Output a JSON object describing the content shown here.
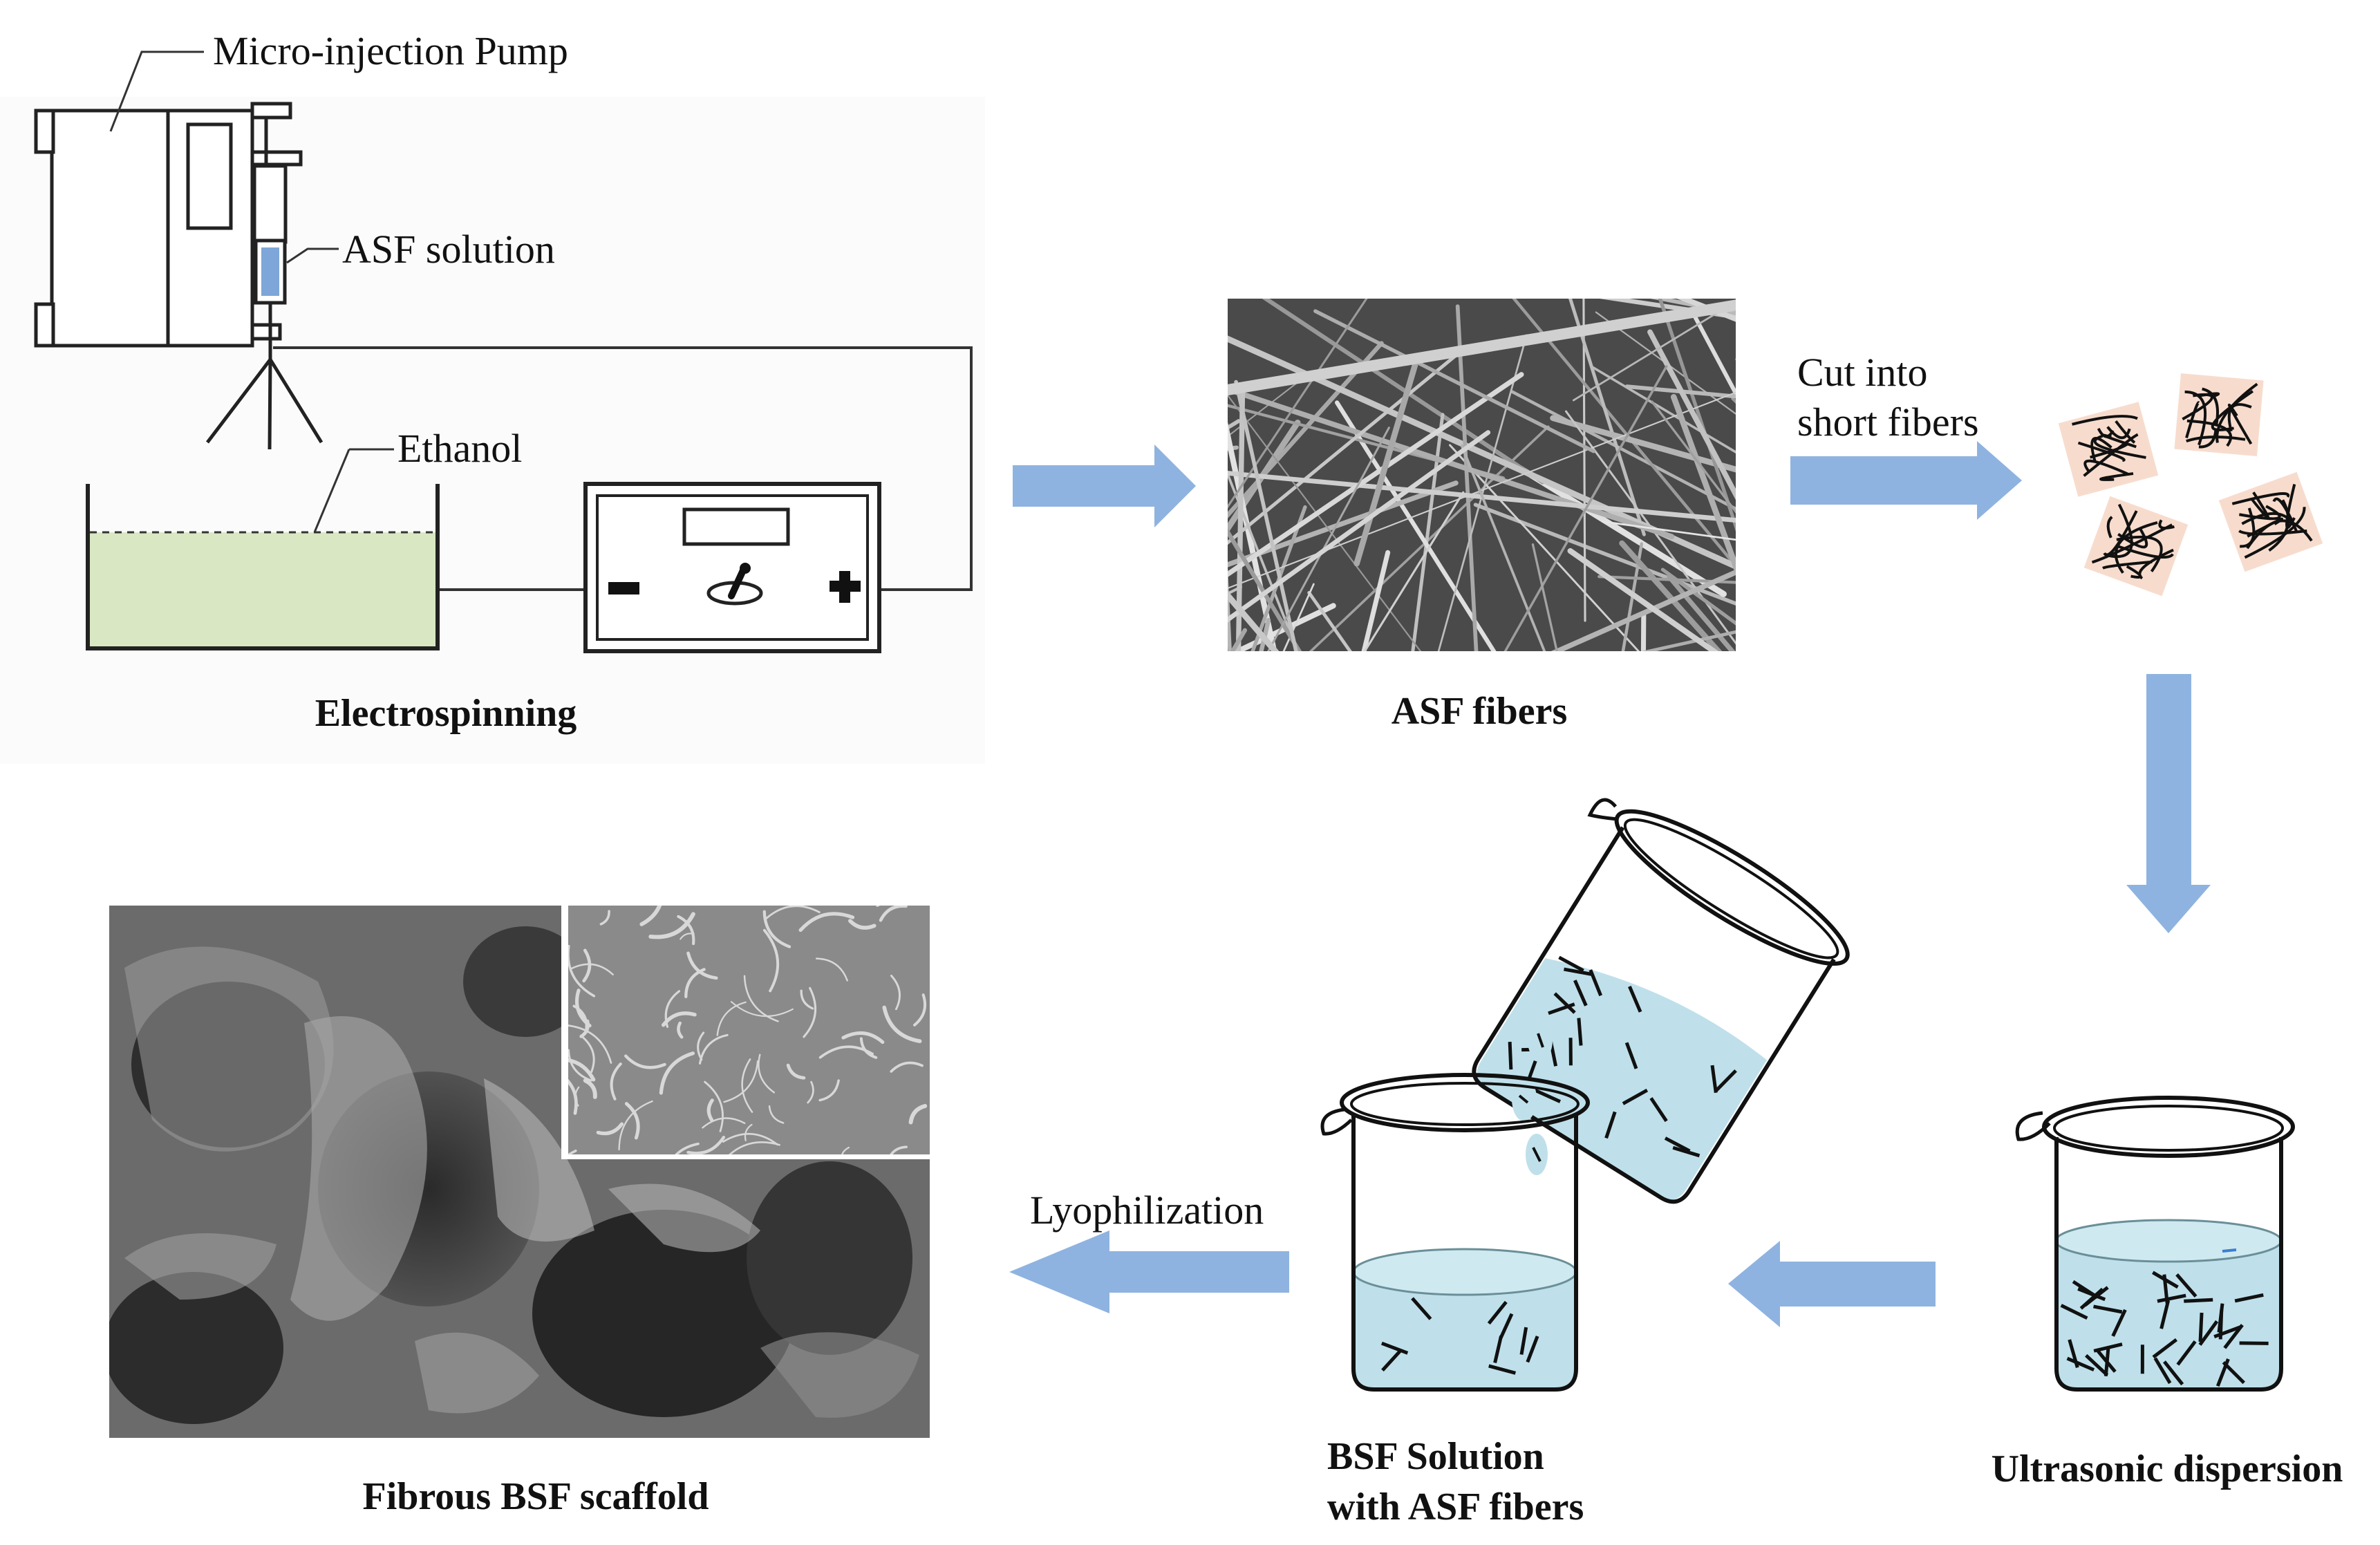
{
  "labels": {
    "micro_injection_pump": "Micro-injection Pump",
    "asf_solution": "ASF solution",
    "ethanol": "Ethanol",
    "cut_line1": "Cut into",
    "cut_line2": "short fibers",
    "lyophilization": "Lyophilization"
  },
  "captions": {
    "electrospinning": "Electrospinning",
    "asf_fibers": "ASF  fibers",
    "ultrasonic_dispersion": "Ultrasonic  dispersion",
    "bsf_line1": "BSF Solution",
    "bsf_line2": "with ASF fibers",
    "scaffold": "Fibrous BSF scaffold"
  },
  "colors": {
    "arrow": "#8fb3e0",
    "ethanol_fill": "#d9e8c3",
    "solution_fill": "#bfe0ea",
    "syringe_fill": "#7ea6d8",
    "fragment_bg": "#f7dccd",
    "sem_dark": "#3a3a3a",
    "sem_light": "#9a9a9a"
  }
}
